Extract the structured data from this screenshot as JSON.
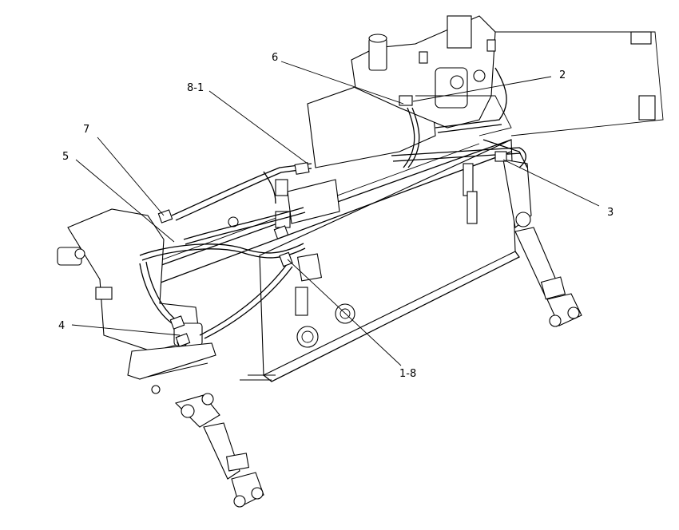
{
  "callouts": [
    {
      "id": "c1",
      "label": "6"
    },
    {
      "id": "c2",
      "label": "2"
    },
    {
      "id": "c3",
      "label": "8-1"
    },
    {
      "id": "c4",
      "label": "7"
    },
    {
      "id": "c5",
      "label": "5"
    },
    {
      "id": "c6",
      "label": "3"
    },
    {
      "id": "c7",
      "label": "4"
    },
    {
      "id": "c8",
      "label": "1-8"
    }
  ]
}
